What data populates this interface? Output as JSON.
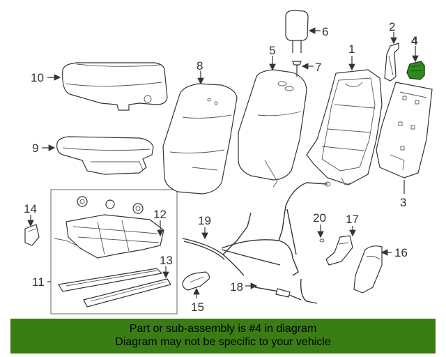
{
  "callouts": {
    "c1": "1",
    "c2": "2",
    "c3": "3",
    "c4": "4",
    "c5": "5",
    "c6": "6",
    "c7": "7",
    "c8": "8",
    "c9": "9",
    "c10": "10",
    "c11": "11",
    "c12": "12",
    "c13": "13",
    "c14": "14",
    "c15": "15",
    "c16": "16",
    "c17": "17",
    "c18": "18",
    "c19": "19",
    "c20": "20"
  },
  "highlight_part": "4",
  "colors": {
    "highlight": "#2f8a1e",
    "banner": "#3a7d14",
    "line": "#333333"
  },
  "banner": {
    "line1": "Part or sub-assembly is #4 in diagram",
    "line2": "Diagram may not be specific to your vehicle"
  }
}
